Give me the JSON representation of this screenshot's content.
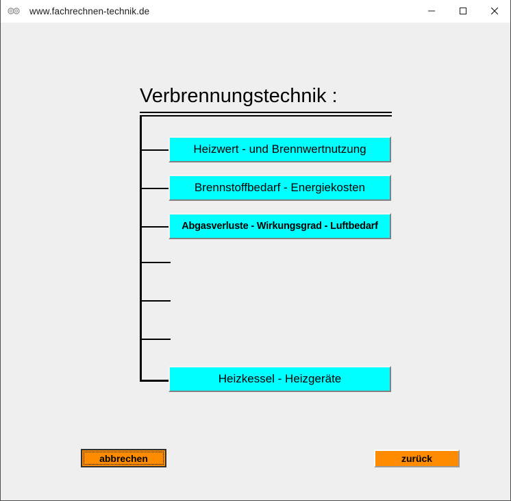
{
  "window": {
    "title": "www.fachrechnen-technik.de",
    "icon": "glasses-icon",
    "controls": {
      "minimize": "minimize-icon",
      "maximize": "maximize-icon",
      "close": "close-icon"
    },
    "colors": {
      "titlebar_bg": "#ffffff",
      "client_bg": "#efefef",
      "menu_button_bg": "#00ffff",
      "action_button_bg": "#ff8c00",
      "line": "#000000"
    }
  },
  "page": {
    "title": "Verbrennungstechnik :"
  },
  "menu": {
    "items": [
      {
        "label": "Heizwert - und  Brennwertnutzung"
      },
      {
        "label": "Brennstoffbedarf - Energiekosten"
      },
      {
        "label": "Abgasverluste - Wirkungsgrad - Luftbedarf"
      },
      {
        "label": "Heizkessel - Heizgeräte"
      }
    ]
  },
  "actions": {
    "cancel_label": "abbrechen",
    "back_label": "zurück"
  }
}
